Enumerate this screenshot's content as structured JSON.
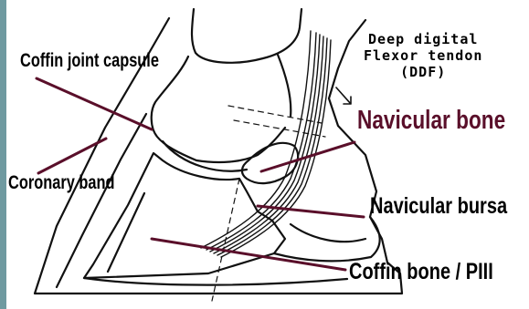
{
  "labels": {
    "coffin_joint_capsule": "Coffin joint capsule",
    "coronary_band": "Coronary band",
    "ddf_line1": "Deep digital",
    "ddf_line2": "Flexor tendon",
    "ddf_line3": "(DDF)",
    "navicular_bone": "Navicular bone",
    "navicular_bursa": "Navicular bursa",
    "coffin_bone": "Coffin bone / PIII"
  },
  "colors": {
    "leader_line": "#5a0f2a",
    "outline": "#111111",
    "accent_bar": "#6f9aa0",
    "background": "#ffffff"
  }
}
